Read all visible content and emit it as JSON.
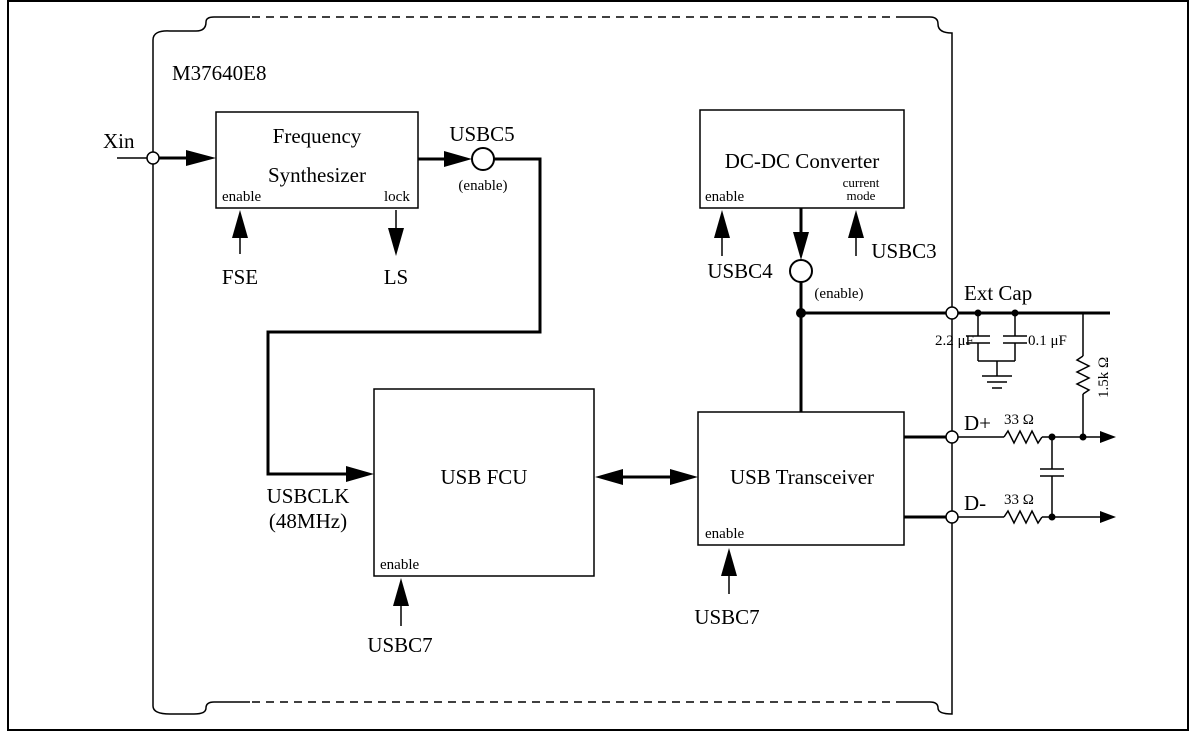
{
  "chip": {
    "name": "M37640E8"
  },
  "pins": {
    "xin": "Xin",
    "ext_cap": "Ext Cap",
    "d_plus": "D+",
    "d_minus": "D-"
  },
  "blocks": {
    "freq_synth": {
      "title_line1": "Frequency",
      "title_line2": "Synthesizer",
      "enable": "enable",
      "lock": "lock"
    },
    "dcdc": {
      "title": "DC-DC Converter",
      "enable": "enable",
      "current_mode_line1": "current",
      "current_mode_line2": "mode"
    },
    "usb_fcu": {
      "title": "USB FCU",
      "enable": "enable"
    },
    "usb_transceiver": {
      "title": "USB Transceiver",
      "enable": "enable"
    }
  },
  "signals": {
    "fse": "FSE",
    "ls": "LS",
    "usbc5": "USBC5",
    "usbc5_enable": "(enable)",
    "usbc4": "USBC4",
    "usbc4_enable": "(enable)",
    "usbc3": "USBC3",
    "usbclk_line1": "USBCLK",
    "usbclk_line2": "(48MHz)",
    "usbc7_fcu": "USBC7",
    "usbc7_trx": "USBC7"
  },
  "components": {
    "cap_2_2": "2.2 μF",
    "cap_0_1": "0.1 μF",
    "res_1_5k": "1.5k Ω",
    "res_33_dp": "33 Ω",
    "res_33_dm": "33 Ω"
  }
}
